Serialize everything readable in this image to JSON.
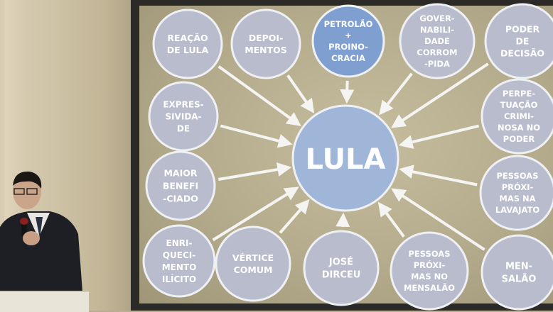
{
  "diagram": {
    "center": {
      "label": "LULA"
    },
    "nodes": [
      {
        "id": "reacao",
        "lines": [
          "REAÇÃO",
          "DE LULA"
        ]
      },
      {
        "id": "depoimentos",
        "lines": [
          "DEPOI-",
          "MENTOS"
        ]
      },
      {
        "id": "petrolao",
        "lines": [
          "PETROLÃO",
          "+",
          "PROINO-",
          "CRACIA"
        ]
      },
      {
        "id": "governabilidade",
        "lines": [
          "GOVER-",
          "NABILI-",
          "DADE",
          "CORROM",
          "-PIDA"
        ]
      },
      {
        "id": "poder-decisao",
        "lines": [
          "PODER",
          "DE",
          "DECISÃO"
        ]
      },
      {
        "id": "expressividade",
        "lines": [
          "EXPRES-",
          "SIVIDA-",
          "DE"
        ]
      },
      {
        "id": "perpetuacao",
        "lines": [
          "PERPE-",
          "TUAÇÃO",
          "CRIMI-",
          "NOSA NO",
          "PODER"
        ]
      },
      {
        "id": "maior-beneficiado",
        "lines": [
          "MAIOR",
          "BENEFI",
          "-CIADO"
        ]
      },
      {
        "id": "pessoas-lavajato",
        "lines": [
          "PESSOAS",
          "PRÓXI-",
          "MAS NA",
          "LAVAJATO"
        ]
      },
      {
        "id": "enriquecimento",
        "lines": [
          "ENRI-",
          "QUECI-",
          "MENTO",
          "ILÍCITO"
        ]
      },
      {
        "id": "vertice",
        "lines": [
          "VÉRTICE",
          "COMUM"
        ]
      },
      {
        "id": "jose-dirceu",
        "lines": [
          "JOSÉ",
          "DIRCEU"
        ]
      },
      {
        "id": "pessoas-mensalao",
        "lines": [
          "PESSOAS",
          "PRÓXI-",
          "MAS NO",
          "MENSALÃO"
        ]
      },
      {
        "id": "mensalao",
        "lines": [
          "MEN-",
          "SALÃO"
        ]
      }
    ]
  },
  "colors": {
    "node_fill": "#b8bccc",
    "node_stroke": "#eef0f4",
    "highlight_fill": "#7e9fcf",
    "center_fill": "#9fb6d8",
    "arrow": "#f4f4f2",
    "screen_bg": "#b9b092"
  }
}
